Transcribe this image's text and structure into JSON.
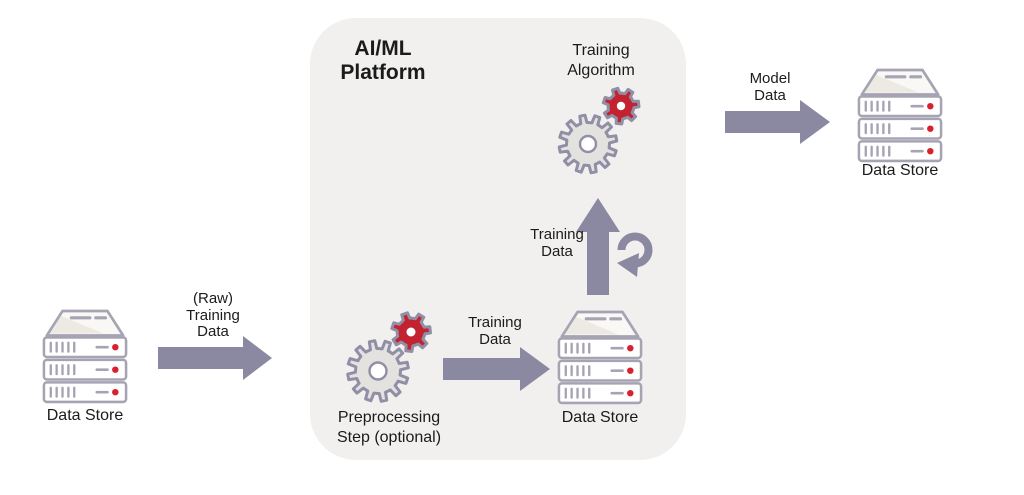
{
  "platform": {
    "title": "AI/ML\nPlatform"
  },
  "nodes": {
    "source_store": {
      "label": "Data Store"
    },
    "preprocessing": {
      "label": "Preprocessing\nStep (optional)"
    },
    "platform_store": {
      "label": "Data Store"
    },
    "training_algorithm": {
      "label": "Training\nAlgorithm"
    },
    "model_store": {
      "label": "Data Store"
    }
  },
  "flows": {
    "raw_training_data": {
      "label": "(Raw)\nTraining\nData"
    },
    "training_data_in": {
      "label": "Training\nData"
    },
    "training_data_up": {
      "label": "Training\nData"
    },
    "model_data": {
      "label": "Model\nData"
    }
  },
  "colors": {
    "arrow": "#8b88a1",
    "platform_background": "#f1f0ee",
    "icon_outline": "#a6a4b3",
    "gear_gray": "#e4e2df",
    "gear_stroke": "#918fa6",
    "gear_red": "#c32231",
    "status_dot_red": "#d8202e",
    "text": "#1b1b1b"
  }
}
